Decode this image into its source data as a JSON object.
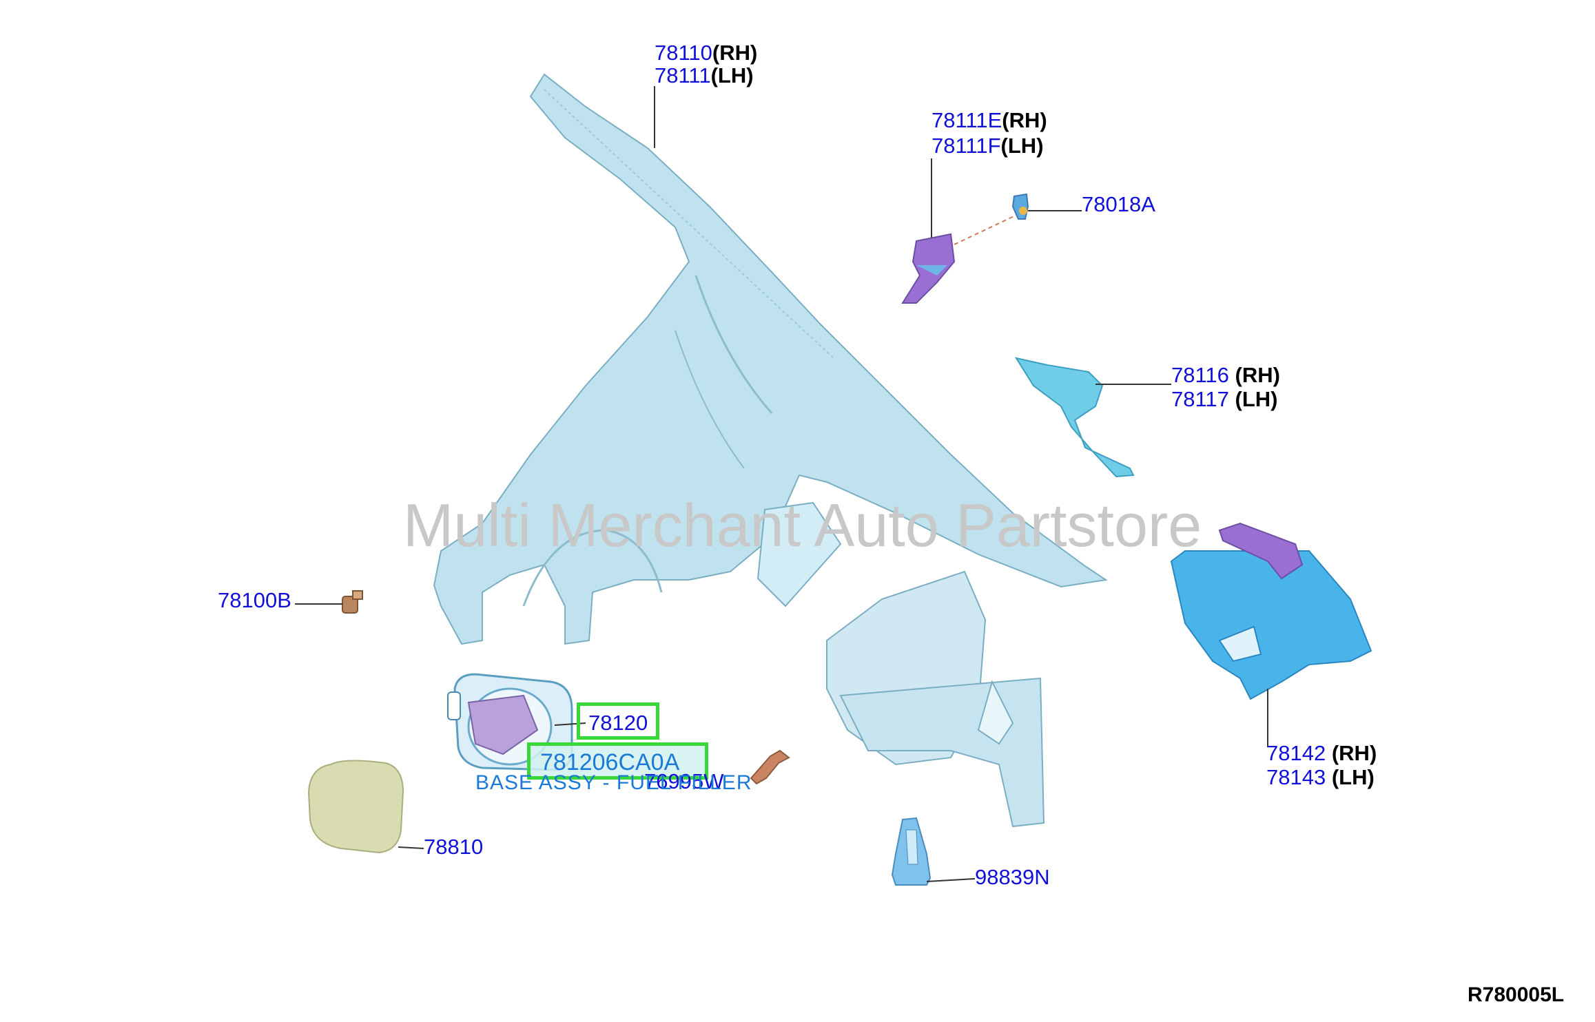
{
  "watermark": "Multi Merchant Auto Partstore",
  "diagram_code": "R780005L",
  "description": "BASE ASSY - FUEL FILLER",
  "highlighted_part": "781206CA0A",
  "colors": {
    "part_number": "#1010d8",
    "highlight_border": "#38d838",
    "panel": "#bfe2ee",
    "purple_part": "#9a6fd4",
    "blue_part": "#48b4ea",
    "lid": "#d8dcb0",
    "bolt": "#b9865e"
  },
  "callouts": {
    "c78110": {
      "part": "78110",
      "side": "(RH)"
    },
    "c78111": {
      "part": "78111",
      "side": "(LH)"
    },
    "c78111E": {
      "part": "78111E",
      "side": "(RH)"
    },
    "c78111F": {
      "part": "78111F",
      "side": "(LH)"
    },
    "c78018A": {
      "part": "78018A"
    },
    "c78116": {
      "part": "78116",
      "side": "(RH)"
    },
    "c78117": {
      "part": "78117",
      "side": "(LH)"
    },
    "c78100B": {
      "part": "78100B"
    },
    "c78120": {
      "part": "78120"
    },
    "c76995W": {
      "part": "76995W"
    },
    "c78810": {
      "part": "78810"
    },
    "c98839N": {
      "part": "98839N"
    },
    "c78142": {
      "part": "78142",
      "side": "(RH)"
    },
    "c78143": {
      "part": "78143",
      "side": "(LH)"
    }
  }
}
